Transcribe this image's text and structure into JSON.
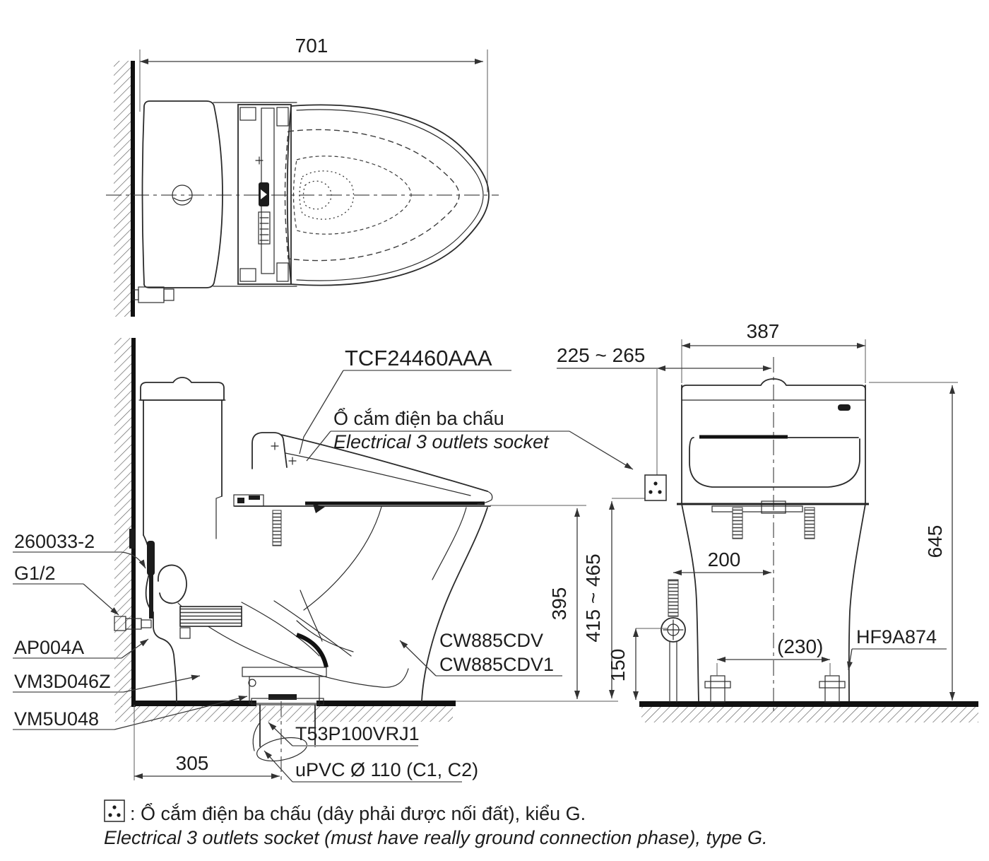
{
  "drawing": {
    "top": {
      "dim701": "701"
    },
    "side": {
      "code_seat": "TCF24460AAA",
      "socket_vi": "Ổ cắm điện ba chấu",
      "socket_en": "Electrical 3 outlets socket",
      "parts": [
        "260033-2",
        "G1/2",
        "AP004A",
        "VM3D046Z",
        "VM5U048"
      ],
      "bowl1": "CW885CDV",
      "bowl2": "CW885CDV1",
      "t53": "T53P100VRJ1",
      "upvc": "uPVC Ø 110 (C1, C2)",
      "d395": "395",
      "d415": "415 ~ 465",
      "d305": "305"
    },
    "front": {
      "d387": "387",
      "d225": "225 ~ 265",
      "d645": "645",
      "d200": "200",
      "d230": "(230)",
      "d150": "150",
      "hf": "HF9A874"
    },
    "note": {
      "l1": ": Ổ cắm điện ba chấu (dây phải được nối đất), kiểu G.",
      "l2": "Electrical 3 outlets socket (must have really ground connection phase), type G."
    },
    "colors": {
      "line": "#2b2b2b",
      "underline": "#8f8f8f",
      "bg": "#ffffff"
    }
  }
}
